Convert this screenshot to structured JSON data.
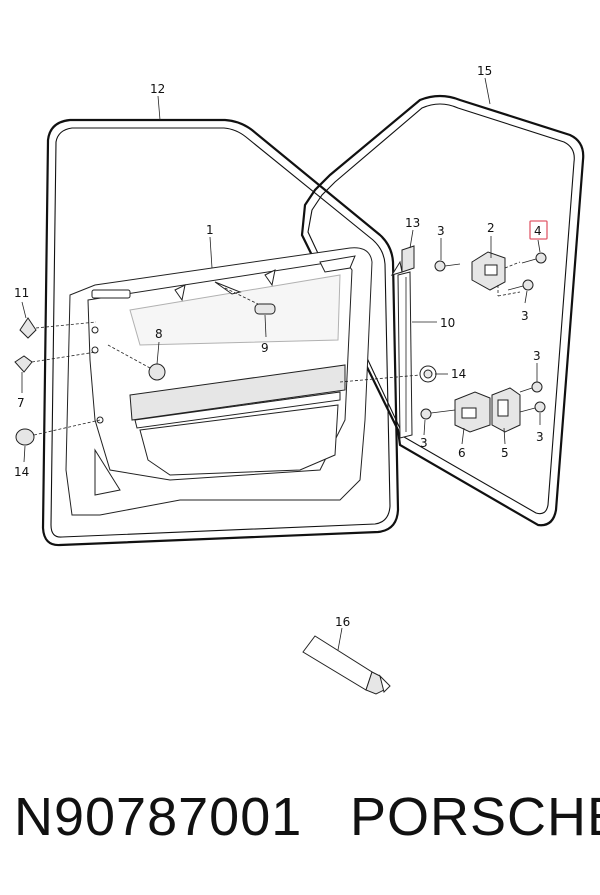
{
  "callouts": [
    {
      "id": "c1",
      "label": "1"
    },
    {
      "id": "c2",
      "label": "2"
    },
    {
      "id": "c3a",
      "label": "3"
    },
    {
      "id": "c3b",
      "label": "3"
    },
    {
      "id": "c3c",
      "label": "3"
    },
    {
      "id": "c3d",
      "label": "3"
    },
    {
      "id": "c3e",
      "label": "3"
    },
    {
      "id": "c3f",
      "label": "3"
    },
    {
      "id": "c4",
      "label": "4"
    },
    {
      "id": "c5",
      "label": "5"
    },
    {
      "id": "c6",
      "label": "6"
    },
    {
      "id": "c7",
      "label": "7"
    },
    {
      "id": "c8",
      "label": "8"
    },
    {
      "id": "c9",
      "label": "9"
    },
    {
      "id": "c10",
      "label": "10"
    },
    {
      "id": "c11",
      "label": "11"
    },
    {
      "id": "c12",
      "label": "12"
    },
    {
      "id": "c13",
      "label": "13"
    },
    {
      "id": "c14a",
      "label": "14"
    },
    {
      "id": "c14b",
      "label": "14"
    },
    {
      "id": "c15",
      "label": "15"
    },
    {
      "id": "c16",
      "label": "16"
    }
  ],
  "highlight_color": "#e05a6a",
  "footer": {
    "part_number": "N90787001",
    "brand": "PORSCHE"
  }
}
